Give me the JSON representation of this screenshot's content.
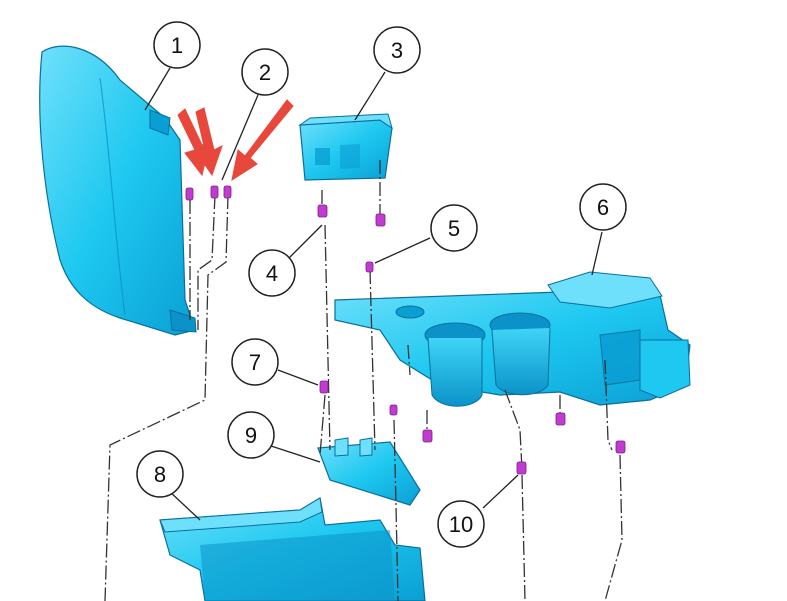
{
  "colors": {
    "part": "#1ec8f0",
    "part_light": "#6fe0fb",
    "part_dark": "#0a8fc4",
    "part_edge": "#0a6f9c",
    "fastener": "#c23bd1",
    "arrow": "#e8473c",
    "line": "#333333"
  },
  "callouts": [
    {
      "id": "1",
      "label": "1"
    },
    {
      "id": "2",
      "label": "2"
    },
    {
      "id": "3",
      "label": "3"
    },
    {
      "id": "4",
      "label": "4"
    },
    {
      "id": "5",
      "label": "5"
    },
    {
      "id": "6",
      "label": "6"
    },
    {
      "id": "7",
      "label": "7"
    },
    {
      "id": "8",
      "label": "8"
    },
    {
      "id": "9",
      "label": "9"
    },
    {
      "id": "10",
      "label": "10"
    }
  ],
  "icons": [
    "arrow-icon",
    "fastener-icon"
  ]
}
